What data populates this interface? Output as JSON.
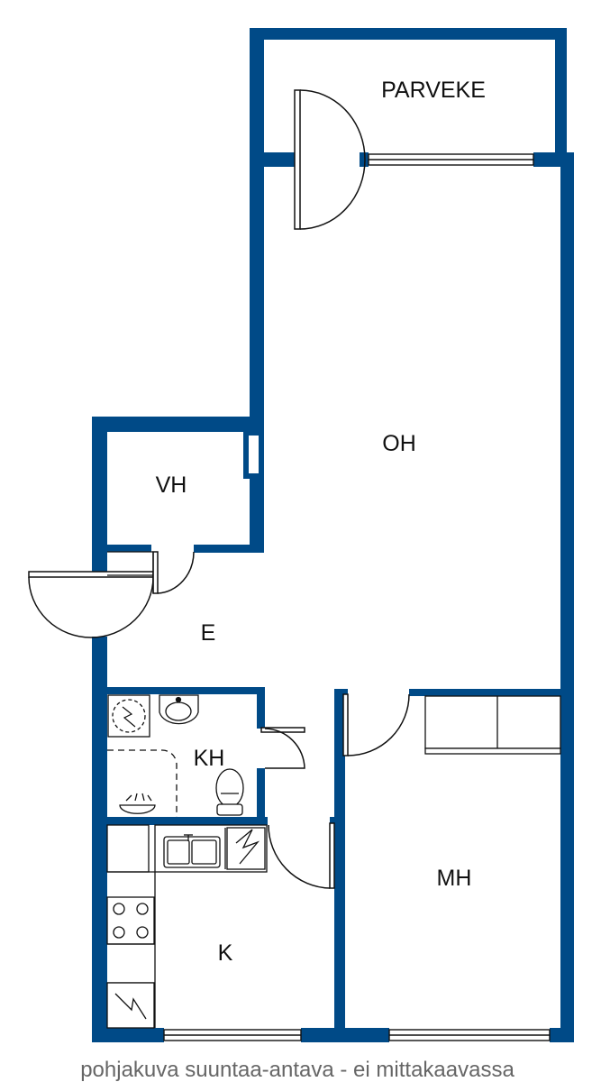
{
  "rooms": {
    "balcony": "PARVEKE",
    "living_room": "OH",
    "wardrobe": "VH",
    "hall": "E",
    "bathroom": "KH",
    "kitchen": "K",
    "bedroom": "MH"
  },
  "footer_note": "pohjakuva suuntaa-antava - ei mittakaavassa",
  "colors": {
    "wall": "#004a87",
    "line": "#111111",
    "background": "#ffffff",
    "footer_text": "#666666"
  }
}
